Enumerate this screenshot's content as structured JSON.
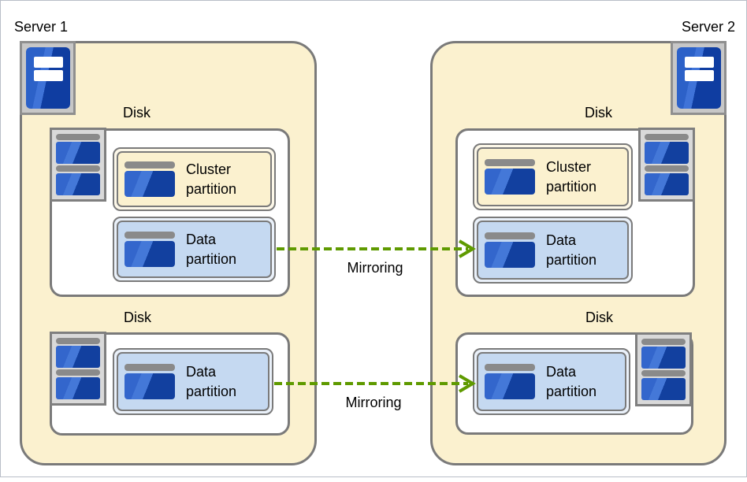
{
  "servers": [
    {
      "name": "Server 1",
      "disks": [
        {
          "label": "Disk",
          "partitions": [
            {
              "kind": "cluster",
              "name": "Cluster partition"
            },
            {
              "kind": "data",
              "name": "Data partition"
            }
          ]
        },
        {
          "label": "Disk",
          "partitions": [
            {
              "kind": "data",
              "name": "Data partition"
            }
          ]
        }
      ]
    },
    {
      "name": "Server 2",
      "disks": [
        {
          "label": "Disk",
          "partitions": [
            {
              "kind": "cluster",
              "name": "Cluster partition"
            },
            {
              "kind": "data",
              "name": "Data partition"
            }
          ]
        },
        {
          "label": "Disk",
          "partitions": [
            {
              "kind": "data",
              "name": "Data partition"
            }
          ]
        }
      ]
    }
  ],
  "arrows": [
    {
      "label": "Mirroring",
      "direction": "left-to-right"
    },
    {
      "label": "Mirroring",
      "direction": "left-to-right"
    }
  ],
  "icons": {
    "server_icon": "server-tower",
    "disk_icon": "stacked-disk-platters",
    "partition_icon": "disk-partition"
  },
  "colors": {
    "server_fill": "#fbf1cf",
    "cluster_partition_fill": "#fbf1cf",
    "data_partition_fill": "#c5d9f1",
    "box_border_gray": "#7a7a7a",
    "icon_panel_gray": "#d9d9d9",
    "icon_bar_gray": "#8a8a8a",
    "icon_blue_light": "#3366cc",
    "icon_blue_dark": "#12409f",
    "arrow_green": "#5f9a00",
    "text": "#000000"
  }
}
